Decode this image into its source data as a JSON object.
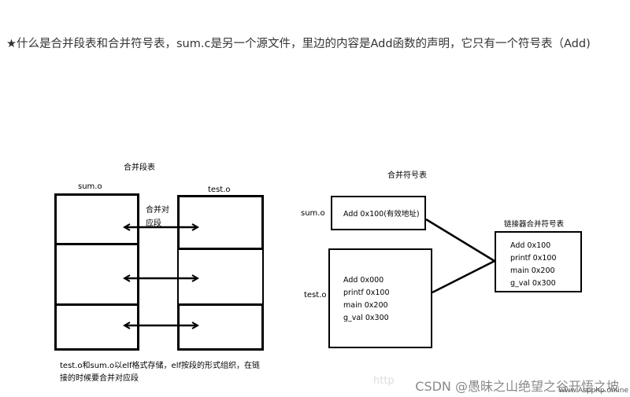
{
  "heading": "★什么是合并段表和合并符号表，sum.c是另一个源文件，里边的内容是Add函数的声明，它只有一个符号表（Add)",
  "left_diagram": {
    "title": "合并段表",
    "sum_label": "sum.o",
    "test_label": "test.o",
    "merge_label_line1": "合并对",
    "merge_label_line2": "应段",
    "note_line1": "test.o和sum.o以elf格式存储，elf按段的形式组织，在链",
    "note_line2": "接的时候要合并对应段"
  },
  "right_diagram": {
    "title": "合并符号表",
    "sum_label": "sum.o",
    "sum_entry": "Add    0x100(有效地址)",
    "test_label": "test.o",
    "test_entries": [
      "Add   0x000",
      "printf   0x100",
      "main   0x200",
      "g_val   0x300"
    ],
    "merged_title": "链接器合并符号表",
    "merged_entries": [
      "Add   0x100",
      "printf   0x100",
      "main   0x200",
      "g_val   0x300"
    ]
  },
  "watermark": {
    "csdn": "CSDN @愚昧之山绝望之谷开悟之坡",
    "site": "www.Aspphp.online",
    "faint": "http"
  }
}
